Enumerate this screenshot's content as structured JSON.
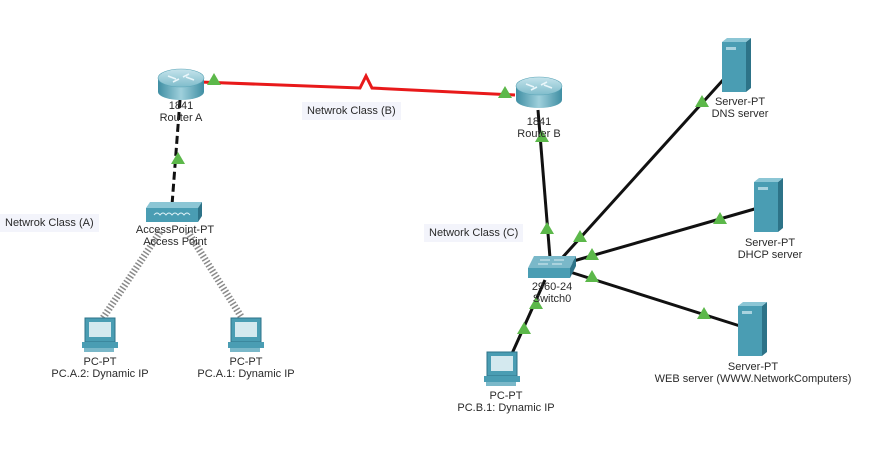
{
  "diagram": {
    "title": "Packet Tracer network topology",
    "colors": {
      "serial_link": "#e8191a",
      "copper_link": "#111111",
      "wireless_link": "#8a8a8a",
      "link_up_indicator": "#5cb84a",
      "device_body": "#4a9db3",
      "device_dark": "#2d7388",
      "device_light": "#a9d3df",
      "note_background": "#f3f4fb"
    },
    "notes": [
      {
        "id": "note-a",
        "text": "Netwrok Class (A)"
      },
      {
        "id": "note-b",
        "text": "Netwrok Class (B)"
      },
      {
        "id": "note-c",
        "text": "Network Class (C)"
      }
    ],
    "devices": [
      {
        "id": "router-a",
        "type": "router",
        "model": "1841",
        "name": "Router A"
      },
      {
        "id": "router-b",
        "type": "router",
        "model": "1841",
        "name": "Router B"
      },
      {
        "id": "access-point",
        "type": "access-point",
        "model": "AccessPoint-PT",
        "name": "Access Point"
      },
      {
        "id": "pc-a2",
        "type": "pc",
        "model": "PC-PT",
        "name": "PC.A.2: Dynamic IP"
      },
      {
        "id": "pc-a1",
        "type": "pc",
        "model": "PC-PT",
        "name": "PC.A.1: Dynamic IP"
      },
      {
        "id": "switch0",
        "type": "switch",
        "model": "2960-24",
        "name": "Switch0"
      },
      {
        "id": "pc-b1",
        "type": "pc",
        "model": "PC-PT",
        "name": "PC.B.1: Dynamic IP"
      },
      {
        "id": "dns-server",
        "type": "server",
        "model": "Server-PT",
        "name": "DNS server"
      },
      {
        "id": "dhcp-server",
        "type": "server",
        "model": "Server-PT",
        "name": "DHCP server"
      },
      {
        "id": "web-server",
        "type": "server",
        "model": "Server-PT",
        "name": "WEB server (WWW.NetworkComputers)"
      }
    ],
    "links": [
      {
        "from": "router-a",
        "to": "router-b",
        "type": "serial",
        "status": "up"
      },
      {
        "from": "router-a",
        "to": "access-point",
        "type": "copper-crossover",
        "status": "up"
      },
      {
        "from": "access-point",
        "to": "pc-a2",
        "type": "wireless",
        "status": "connected"
      },
      {
        "from": "access-point",
        "to": "pc-a1",
        "type": "wireless",
        "status": "connected"
      },
      {
        "from": "router-b",
        "to": "switch0",
        "type": "copper-straight",
        "status": "up"
      },
      {
        "from": "switch0",
        "to": "dns-server",
        "type": "copper-straight",
        "status": "up"
      },
      {
        "from": "switch0",
        "to": "dhcp-server",
        "type": "copper-straight",
        "status": "up"
      },
      {
        "from": "switch0",
        "to": "web-server",
        "type": "copper-straight",
        "status": "up"
      },
      {
        "from": "switch0",
        "to": "pc-b1",
        "type": "copper-straight",
        "status": "up"
      }
    ]
  }
}
